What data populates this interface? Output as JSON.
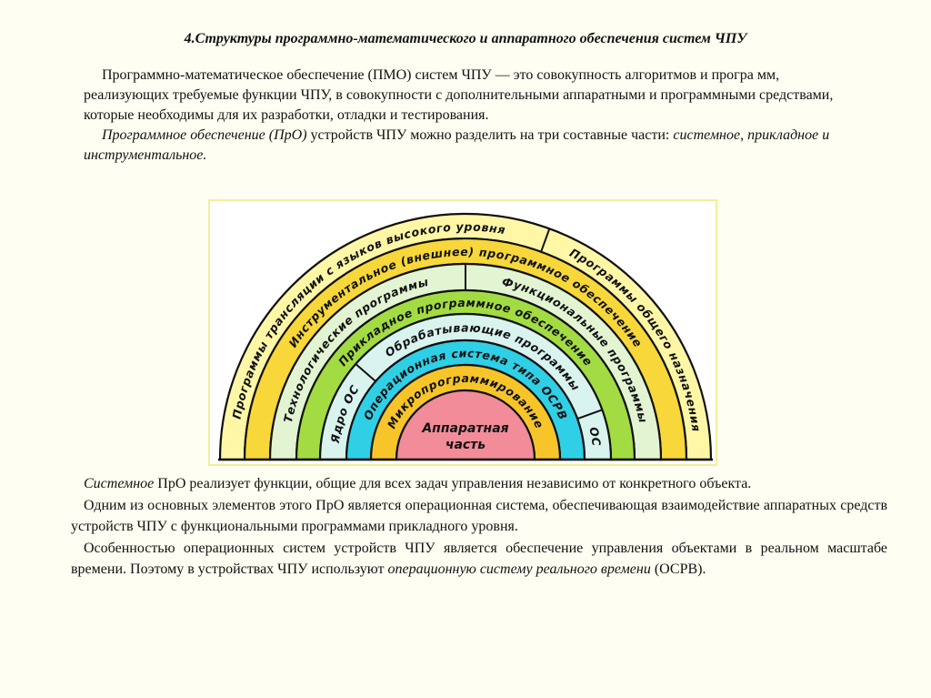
{
  "title": "4.Структуры программно-математического и аппаратного обеспечения систем ЧПУ",
  "intro": {
    "p1": "Программно-математическое обеспечение (ПМО) систем ЧПУ — это совокупность алгоритмов и програ мм, реализующих требуемые функции ЧПУ, в совокупности с дополнительными аппаратными и программными средствами, которые необходимы для их разработки, отладки и тестирования.",
    "p2_italic": "Программное обеспечение (ПрО)",
    "p2_rest": " устройств ЧПУ можно разделить на три составные части: ",
    "p2_parts": "системное, прикладное и инструментальное."
  },
  "diagram": {
    "bands": [
      {
        "color": "#fff7a6",
        "labels": [
          "Программы трансляции с языков высокого уровня",
          "Программы общего назначения"
        ]
      },
      {
        "color": "#f7d73a",
        "labels": [
          "Инструментальное (внешнее) программное обеспечение"
        ]
      },
      {
        "color": "#e2f4d2",
        "labels": [
          "Технологические программы",
          "Функциональные программы"
        ]
      },
      {
        "color": "#a2dc42",
        "labels": [
          "Прикладное программное обеспечение"
        ]
      },
      {
        "color": "#d9f3ef",
        "labels": [
          "Ядро ОС",
          "Обрабатывающие программы",
          "ОС"
        ]
      },
      {
        "color": "#2fcfe6",
        "labels": [
          "Операционная система типа ОСРВ"
        ]
      },
      {
        "color": "#f7c52a",
        "labels": [
          "Микропрограммирование"
        ]
      }
    ],
    "core": {
      "color": "#f28c98",
      "line1": "Аппаратная",
      "line2": "часть"
    }
  },
  "lower": {
    "p1_italic": "Системное",
    "p1_rest": " ПрО реализует функции, общие для всех задач управления независимо от конкретного объекта.",
    "p2": "Одним из основных элементов этого ПрО является операционная система, обеспечивающая взаимодействие аппаратных средств устройств ЧПУ с функциональными программами прикладного уровня.",
    "p3_start": "Особенностью операционных систем устройств ЧПУ является обеспечение управления объектами в реальном масштабе времени. Поэтому в устройствах ЧПУ используют ",
    "p3_italic": "операционную систему реального времени",
    "p3_end": " (ОСРВ)."
  }
}
